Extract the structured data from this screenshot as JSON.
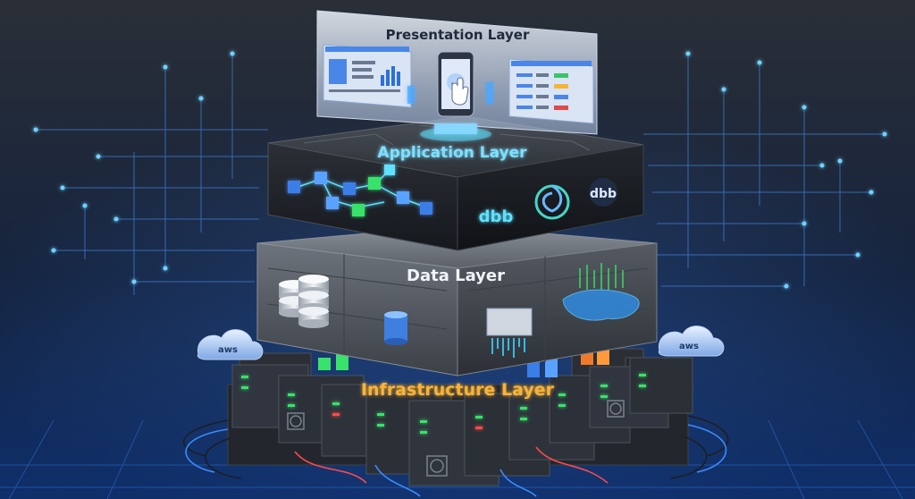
{
  "layers": {
    "presentation": {
      "label": "Presentation Layer",
      "color": "#1f2a3a"
    },
    "application": {
      "label": "Application Layer",
      "color": "#7de0ff"
    },
    "data": {
      "label": "Data Layer",
      "color": "#f2f4f8"
    },
    "infrastructure": {
      "label": "Infrastructure Layer",
      "color": "#f7b33a"
    }
  },
  "badges": {
    "cloud_left": "aws",
    "cloud_right": "aws",
    "db_logo_1": "dbb",
    "db_logo_2": "dbb"
  },
  "icons": [
    "touch-hand-icon",
    "database-cylinder-icon",
    "cloud-icon",
    "server-rack-icon",
    "spiral-logo-icon"
  ],
  "colors": {
    "background_top": "#2a2f37",
    "background_bottom": "#0f2f6b",
    "circuit_line": "#3f7fd8",
    "accent_cyan": "#5fe1ff",
    "led_green": "#39e26a",
    "led_red": "#ff4a4a"
  }
}
